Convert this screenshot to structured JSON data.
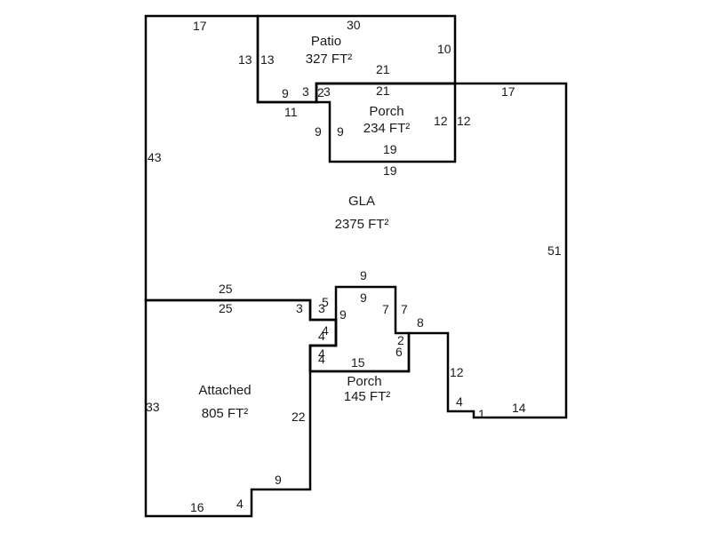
{
  "areas": {
    "gla": {
      "name": "GLA",
      "area": "2375 FT²"
    },
    "patio": {
      "name": "Patio",
      "area": "327 FT²"
    },
    "porch_top": {
      "name": "Porch",
      "area": "234 FT²"
    },
    "attached": {
      "name": "Attached",
      "area": "805 FT²"
    },
    "porch_bottom": {
      "name": "Porch",
      "area": "145 FT²"
    }
  },
  "dimensions": {
    "gla_top_left": "17",
    "gla_left": "43",
    "gla_top_right": "17",
    "gla_right": "51",
    "gla_bottom_right": "14",
    "gla_step_1": "1",
    "gla_step_4": "4",
    "gla_inner_12": "12",
    "gla_inner_8": "8",
    "gla_patio_13": "13",
    "gla_patio_11": "11",
    "gla_porch_9": "9",
    "gla_porch_19": "19",
    "gla_porch_12": "12",
    "gla_25": "25",
    "gla_5": "5",
    "gla_4": "4",
    "gla_9_top": "9",
    "gla_9_side": "9",
    "gla_7": "7",
    "gla_2": "2",
    "gla_4b": "4",
    "patio_30": "30",
    "patio_13": "13",
    "patio_10": "10",
    "patio_21": "21",
    "patio_9": "9",
    "patio_3": "3",
    "patio_2": "2",
    "porch_3": "3",
    "porch_21": "21",
    "porch_9": "9",
    "porch_12": "12",
    "porch_19": "19",
    "att_25": "25",
    "att_3a": "3",
    "att_3b": "3",
    "att_4a": "4",
    "att_4b": "4",
    "att_33": "33",
    "att_22": "22",
    "att_9": "9",
    "att_4c": "4",
    "att_16": "16",
    "porch2_9": "9",
    "porch2_7": "7",
    "porch2_6": "6",
    "porch2_15": "15",
    "porch2_4a": "4",
    "porch2_4b": "4"
  }
}
